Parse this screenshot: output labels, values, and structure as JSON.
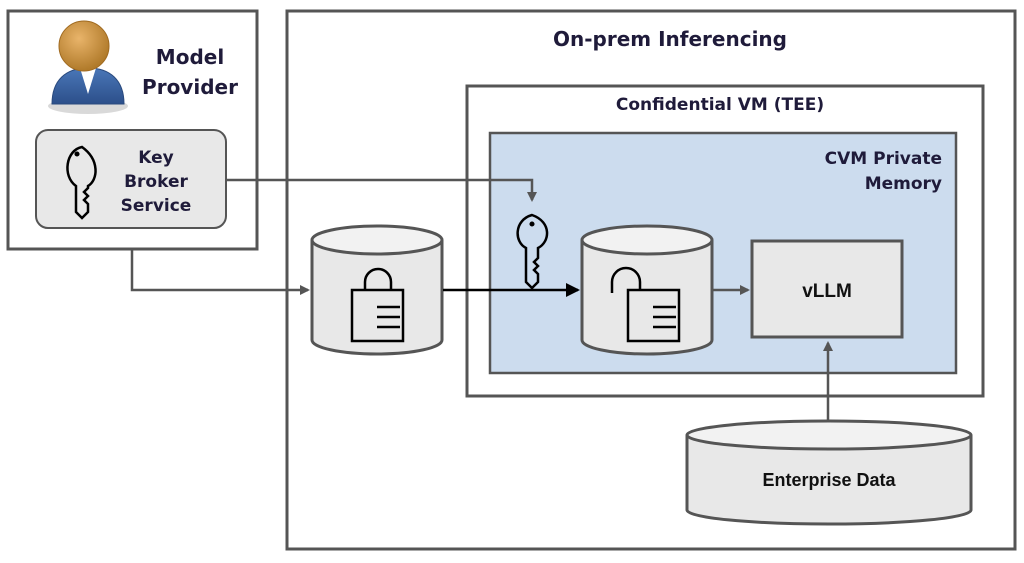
{
  "diagram": {
    "model_provider": {
      "label_line1": "Model",
      "label_line2": "Provider",
      "icon": "user-icon"
    },
    "key_broker": {
      "label_line1": "Key",
      "label_line2": "Broker",
      "label_line3": "Service",
      "icon": "key-icon"
    },
    "on_prem": {
      "title": "On-prem Inferencing"
    },
    "confidential_vm": {
      "title": "Confidential VM (TEE)"
    },
    "private_memory": {
      "title_line1": "CVM Private",
      "title_line2": "Memory",
      "fill_color": "#ccdcee"
    },
    "encrypted_model_store": {
      "icon": "locked-padlock-icon"
    },
    "decrypted_model_store": {
      "icon": "unlocked-padlock-icon"
    },
    "vllm": {
      "label": "vLLM"
    },
    "enterprise_data": {
      "label": "Enterprise Data"
    },
    "colors": {
      "line": "#555555",
      "box_fill": "#e8e8e8",
      "title": "#1f1b3a"
    }
  }
}
